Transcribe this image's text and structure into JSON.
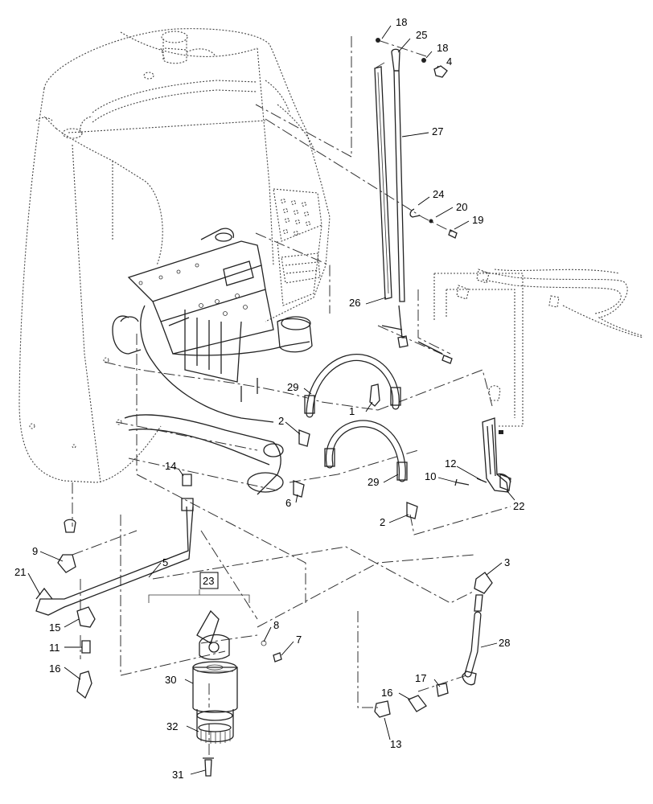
{
  "callouts": {
    "c1": "1",
    "c2a": "2",
    "c2b": "2",
    "c3": "3",
    "c4": "4",
    "c5": "5",
    "c6": "6",
    "c7": "7",
    "c8": "8",
    "c9": "9",
    "c10": "10",
    "c11": "11",
    "c12": "12",
    "c13": "13",
    "c14": "14",
    "c15": "15",
    "c16a": "16",
    "c16b": "16",
    "c17": "17",
    "c18a": "18",
    "c18b": "18",
    "c19": "19",
    "c20": "20",
    "c21": "21",
    "c22": "22",
    "c23": "23",
    "c24": "24",
    "c25": "25",
    "c26": "26",
    "c27": "27",
    "c28": "28",
    "c29a": "29",
    "c29b": "29",
    "c30": "30",
    "c31": "31",
    "c32": "32"
  }
}
